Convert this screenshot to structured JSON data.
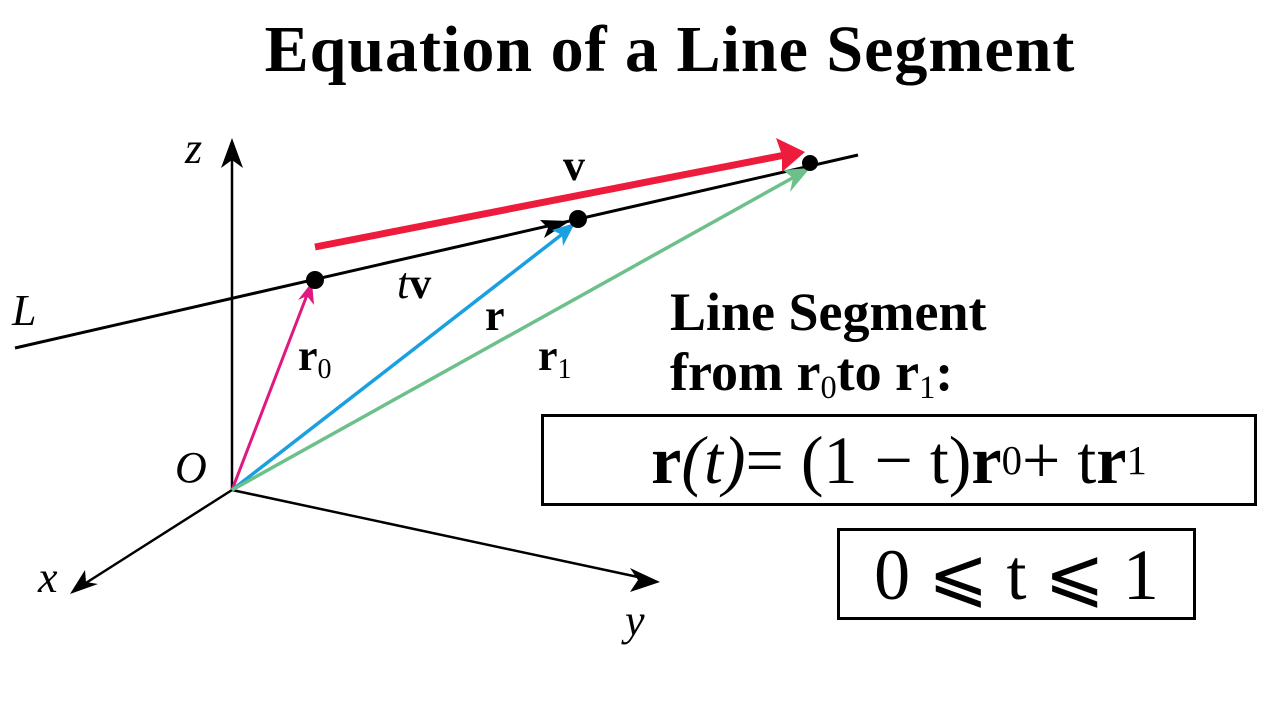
{
  "title": "Equation of a Line Segment",
  "diagram": {
    "axis_z": "z",
    "axis_x": "x",
    "axis_y": "y",
    "origin": "O",
    "line": "L",
    "vec_v": "v",
    "vec_tv_t": "t",
    "vec_tv_v": "v",
    "vec_r": "r",
    "vec_r0": "r",
    "vec_r0_sub": "0",
    "vec_r1": "r",
    "vec_r1_sub": "1",
    "colors": {
      "v": "#ee1c3c",
      "r0": "#e0187f",
      "r": "#1a9fe0",
      "r1": "#6cc08a"
    }
  },
  "segment_label": {
    "line1": "Line Segment",
    "from": "from ",
    "r0": "r",
    "r0_sub": "0",
    "to": "to ",
    "r1": "r",
    "r1_sub": "1",
    "colon": ":"
  },
  "equation": {
    "r": "r",
    "t_arg": "(t)",
    "middle": " = (1 − t)",
    "r0": "r",
    "r0_sub": "0",
    "plus": " + t",
    "r1": "r",
    "r1_sub": "1"
  },
  "constraint": "0 ⩽ t ⩽ 1"
}
